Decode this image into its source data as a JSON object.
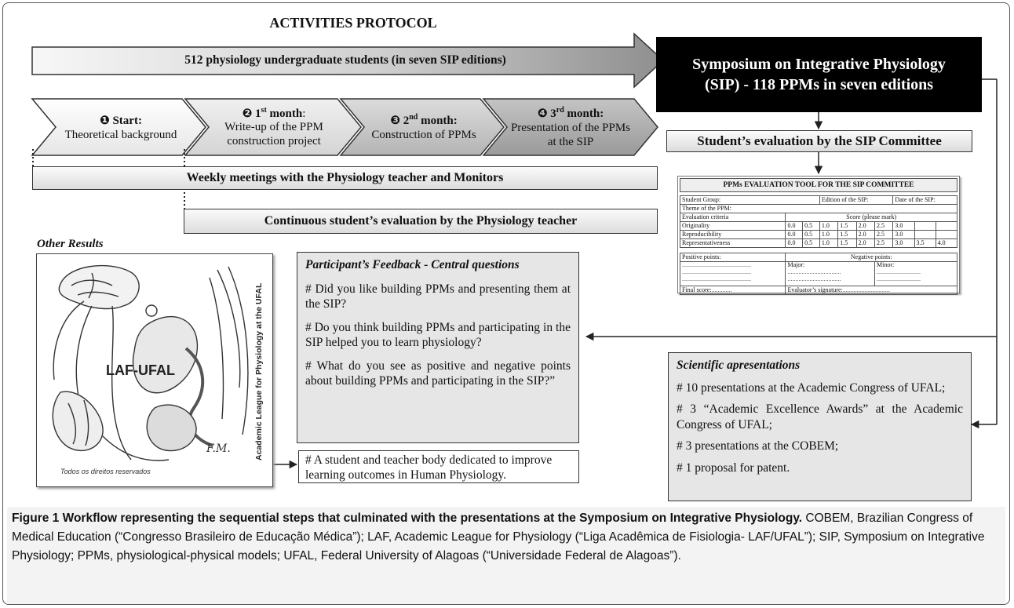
{
  "protocol": {
    "title": "ACTIVITIES PROTOCOL",
    "students_banner": "512 physiology undergraduate students (in seven SIP editions)",
    "steps": [
      {
        "num": "❶",
        "head": "Start:",
        "sup": "",
        "sub": "Theoretical background"
      },
      {
        "num": "❷",
        "head": "1",
        "sup": "st",
        "headTail": " month",
        "colon": ":",
        "sub": "Write-up of the PPM construction project"
      },
      {
        "num": "❸",
        "head": "2",
        "sup": "nd",
        "headTail": " month:",
        "colon": "",
        "sub": "Construction of PPMs"
      },
      {
        "num": "❹",
        "head": "3",
        "sup": "rd",
        "headTail": " month:",
        "colon": "",
        "sub": "Presentation of the PPMs at the SIP"
      }
    ],
    "weekly": "Weekly meetings with the Physiology teacher and Monitors",
    "continuous": "Continuous student’s evaluation by the Physiology teacher"
  },
  "sip": {
    "title": "Symposium on Integrative Physiology (SIP) - 118 PPMs in seven editions",
    "committee": "Student’s evaluation by the SIP Committee"
  },
  "eval_tool": {
    "title": "PPMs EVALUATION TOOL FOR THE SIP COMMITTEE",
    "student_group": "Student Group:",
    "edition": "Edition of the SIP:",
    "date": "Date of the SIP:",
    "theme": "Theme of the PPM:",
    "criteria_header": "Evaluation criteria",
    "score_header": "Score (please mark)",
    "rows": [
      {
        "name": "Originality",
        "scores": [
          "0.0",
          "0.5",
          "1.0",
          "1.5",
          "2.0",
          "2.5",
          "3.0",
          "",
          ""
        ]
      },
      {
        "name": "Reproducibility",
        "scores": [
          "0.0",
          "0.5",
          "1.0",
          "1.5",
          "2.0",
          "2.5",
          "3.0",
          "",
          ""
        ]
      },
      {
        "name": "Representativeness",
        "scores": [
          "0.0",
          "0.5",
          "1.0",
          "1.5",
          "2.0",
          "2.5",
          "3.0",
          "3.5",
          "4.0"
        ]
      }
    ],
    "positive": "Positive points:",
    "negative": "Negative points:",
    "major": "Major:",
    "minor": "Minor:",
    "final_score": "Final score:",
    "signature": "Evaluator’s signature:"
  },
  "other_results": {
    "label": "Other Results",
    "logo_text": "LAF-UFAL",
    "logo_side": "Academic League for Physiology at the UFAL",
    "logo_rights": "Todos os direitos reservados",
    "logo_sig": "F.M.",
    "body_statement": "# A student and teacher body dedicated to improve learning outcomes in Human Physiology."
  },
  "feedback": {
    "title": "Participant’s Feedback - Central questions",
    "questions": [
      "# Did you like building PPMs and presenting them at the SIP?",
      "# Do you think building PPMs and participating in the SIP helped you to learn physiology?",
      "# What do you see as positive and negative points about building PPMs and participating in the SIP?”"
    ]
  },
  "scientific": {
    "title": "Scientific apresentations",
    "items": [
      "# 10 presentations at  the Academic Congress of UFAL;",
      "# 3 “Academic Excellence Awards” at the Academic Congress of UFAL;",
      "# 3 presentations  at the COBEM;",
      "# 1 proposal for patent."
    ]
  },
  "caption": {
    "bold": "Figure 1 Workflow representing the sequential steps that culminated with the presentations at the Symposium on Integrative Physiology.",
    "text": " COBEM, Brazilian Congress of Medical Education (“Congresso Brasileiro de Educação Médica”); LAF, Academic League for Physiology (“Liga Acadêmica de Fisiologia- LAF/UFAL”); SIP, Symposium on Integrative Physiology; PPMs, physiological-physical models; UFAL, Federal University of Alagoas (“Universidade Federal de Alagoas”)."
  }
}
